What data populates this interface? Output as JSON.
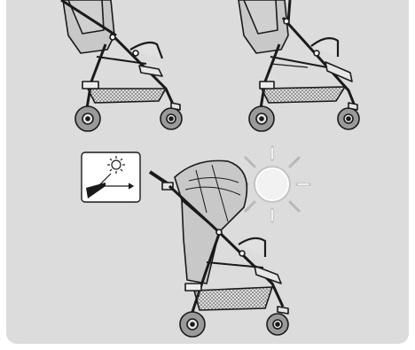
{
  "illustration": {
    "panels": [
      {
        "id": "stroller-top-left",
        "subject": "stroller-side-view"
      },
      {
        "id": "stroller-top-right",
        "subject": "stroller-side-view"
      },
      {
        "id": "stroller-bottom-canopy",
        "subject": "stroller-with-sun-canopy-open"
      }
    ],
    "pictogram": {
      "subject": "sun-protection-symbol",
      "icon": "sun-icon"
    },
    "colors": {
      "background": "#dcdcdc",
      "line": "#1a1a1a",
      "fabric": "#c8c8c8",
      "wheel": "#9a9a9a",
      "sun": "#ffffff"
    }
  }
}
